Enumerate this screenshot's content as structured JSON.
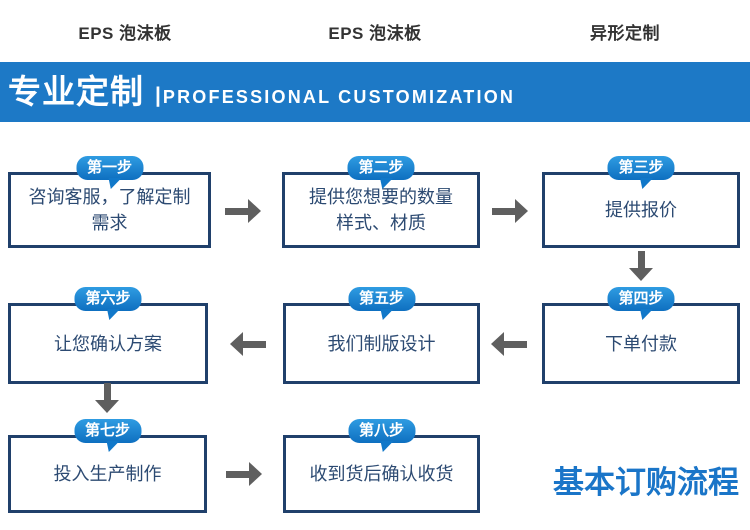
{
  "tabs": [
    {
      "label": "EPS 泡沫板"
    },
    {
      "label": "EPS 泡沫板"
    },
    {
      "label": "异形定制"
    }
  ],
  "banner": {
    "title": "专业定制",
    "divider": "|",
    "subtitle": "PROFESSIONAL CUSTOMIZATION"
  },
  "flow": {
    "title": "基本订购流程",
    "steps": [
      {
        "badge": "第一步",
        "text": "咨询客服，了解定制\n需求"
      },
      {
        "badge": "第二步",
        "text": "提供您想要的数量\n样式、材质"
      },
      {
        "badge": "第三步",
        "text": "提供报价"
      },
      {
        "badge": "第四步",
        "text": "下单付款"
      },
      {
        "badge": "第五步",
        "text": "我们制版设计"
      },
      {
        "badge": "第六步",
        "text": "让您确认方案"
      },
      {
        "badge": "第七步",
        "text": "投入生产制作"
      },
      {
        "badge": "第八步",
        "text": "收到货后确认收货"
      }
    ],
    "icons": {
      "arrow_right": "→",
      "arrow_left": "←",
      "arrow_down": "↓"
    }
  },
  "colors": {
    "banner_blue": "#1d79c6",
    "badge_blue": "#1887d8",
    "box_border_navy": "#20406b",
    "box_text_navy": "#2c4a72",
    "flow_title_blue": "#1a75c8",
    "arrow_gray": "#5f5f5f",
    "tab_text": "#333333"
  }
}
